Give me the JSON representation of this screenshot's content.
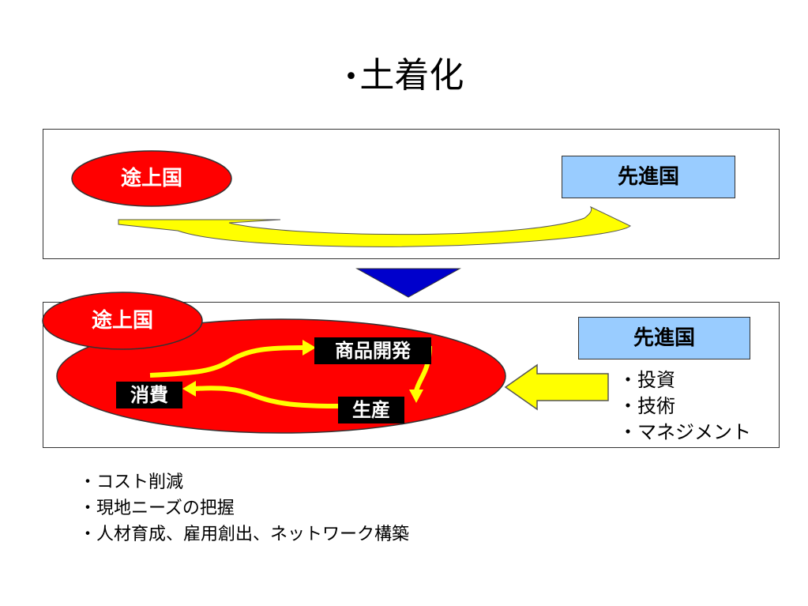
{
  "slide": {
    "bullet": "•",
    "title": "土着化"
  },
  "top_panel": {
    "developing": "途上国",
    "developed": "先進国"
  },
  "bottom_panel": {
    "developing": "途上国",
    "developed": "先進国",
    "cycle": {
      "consumption": "消費",
      "product_dev": "商品開発",
      "production": "生産"
    },
    "inputs": [
      "・投資",
      "・技術",
      "・マネジメント"
    ]
  },
  "notes": [
    "・コスト削減",
    "・現地ニーズの把握",
    "・人材育成、雇用創出、ネットワーク構築"
  ],
  "colors": {
    "red": "#ff0000",
    "yellow": "#ffff00",
    "light_blue": "#99ccff",
    "blue_arrow": "#0000cc"
  }
}
